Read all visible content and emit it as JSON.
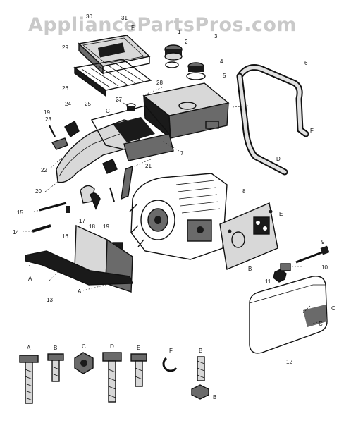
{
  "watermark": "AppliancePartsPros.com",
  "callouts": {
    "c1": "1",
    "c2": "2",
    "c3": "3",
    "c4": "4",
    "c5": "5",
    "c6": "6",
    "c7": "7",
    "c8": "8",
    "c9": "9",
    "c10": "10",
    "c11": "11",
    "c12": "12",
    "c13": "13",
    "c14": "14",
    "c15": "15",
    "c16": "16",
    "c17": "17",
    "c18": "18",
    "c19": "19",
    "c20": "20",
    "c21": "21",
    "c22": "22",
    "c23": "23",
    "c24": "24",
    "c25": "25",
    "c26": "26",
    "c27": "27",
    "c28": "28",
    "c29": "29",
    "c30": "30"
  },
  "letters": {
    "a": "A",
    "b": "B",
    "c": "C",
    "d": "D",
    "e": "E",
    "f": "F"
  },
  "hardware_legend": [
    "A",
    "B",
    "C",
    "D",
    "E",
    "F",
    "B"
  ]
}
